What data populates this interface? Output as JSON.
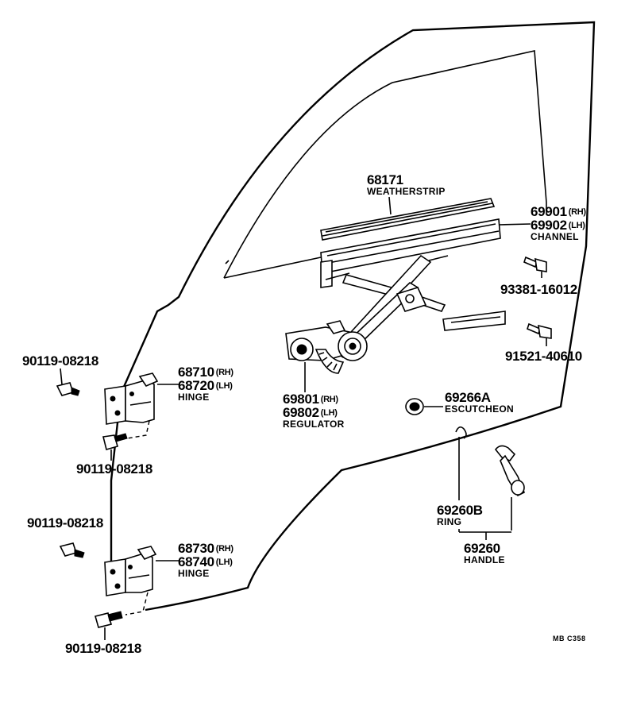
{
  "labels": {
    "weatherstrip": {
      "number": "68171",
      "name": "WEATHERSTRIP"
    },
    "channel": {
      "number_rh": "69901",
      "suffix_rh": "(RH)",
      "number_lh": "69902",
      "suffix_lh": "(LH)",
      "name": "CHANNEL"
    },
    "bolt_93381": {
      "number": "93381-16012"
    },
    "bolt_91521": {
      "number": "91521-40610"
    },
    "bolt_upper_left": {
      "number": "90119-08218"
    },
    "upper_hinge": {
      "number_rh": "68710",
      "suffix_rh": "(RH)",
      "number_lh": "68720",
      "suffix_lh": "(LH)",
      "name": "HINGE"
    },
    "regulator": {
      "number_rh": "69801",
      "suffix_rh": "(RH)",
      "number_lh": "69802",
      "suffix_lh": "(LH)",
      "name": "REGULATOR"
    },
    "escutcheon": {
      "number": "69266A",
      "name": "ESCUTCHEON"
    },
    "bolt_upper_below": {
      "number": "90119-08218"
    },
    "bolt_lower_left": {
      "number": "90119-08218"
    },
    "ring": {
      "number": "69260B",
      "name": "RING"
    },
    "lower_hinge": {
      "number_rh": "68730",
      "suffix_rh": "(RH)",
      "number_lh": "68740",
      "suffix_lh": "(LH)",
      "name": "HINGE"
    },
    "handle": {
      "number": "69260",
      "name": "HANDLE"
    },
    "bolt_lower_below": {
      "number": "90119-08218"
    },
    "diagram_code": "MB C358"
  }
}
